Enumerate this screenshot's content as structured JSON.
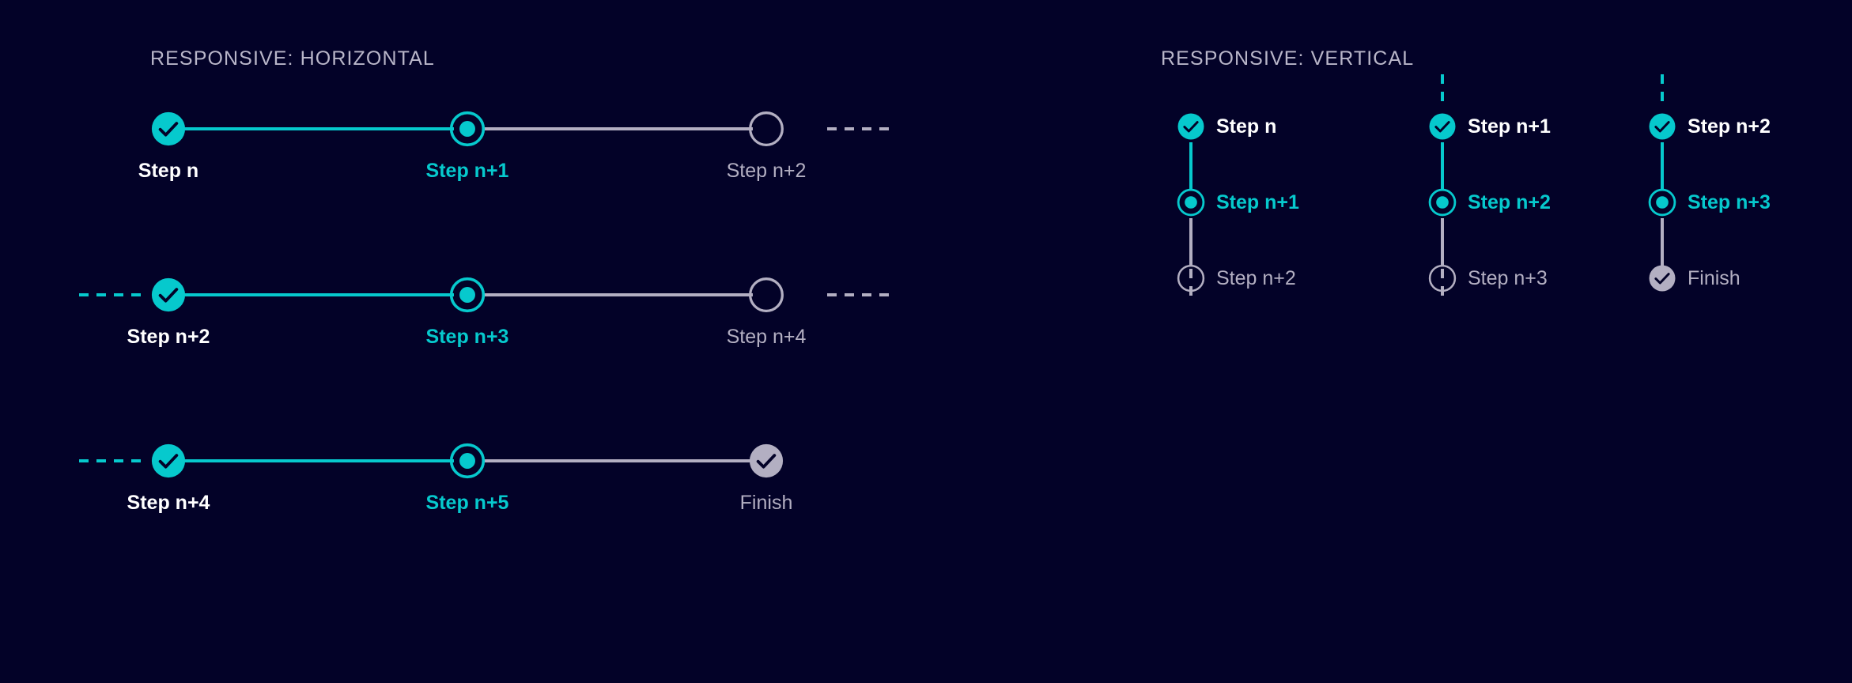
{
  "colors": {
    "background": "#030228",
    "accent_teal": "#06c9cd",
    "muted_gray": "#b3afc2",
    "complete_label": "#ffffff",
    "heading": "#b9b6c9"
  },
  "horizontal": {
    "title": "RESPONSIVE: HORIZONTAL",
    "rows": [
      {
        "lead_left": "none",
        "lead_right": "dash-gray",
        "segments": [
          "teal",
          "gray"
        ],
        "steps": [
          {
            "label": "Step n",
            "state": "complete",
            "icon": "check-filled-teal-icon"
          },
          {
            "label": "Step n+1",
            "state": "current",
            "icon": "ring-dot-teal-icon"
          },
          {
            "label": "Step n+2",
            "state": "upcoming",
            "icon": "ring-empty-gray-icon"
          }
        ]
      },
      {
        "lead_left": "dash-teal",
        "lead_right": "dash-gray",
        "segments": [
          "teal",
          "gray"
        ],
        "steps": [
          {
            "label": "Step n+2",
            "state": "complete",
            "icon": "check-filled-teal-icon"
          },
          {
            "label": "Step n+3",
            "state": "current",
            "icon": "ring-dot-teal-icon"
          },
          {
            "label": "Step n+4",
            "state": "upcoming",
            "icon": "ring-empty-gray-icon"
          }
        ]
      },
      {
        "lead_left": "dash-teal",
        "lead_right": "none",
        "segments": [
          "teal",
          "gray"
        ],
        "steps": [
          {
            "label": "Step n+4",
            "state": "complete",
            "icon": "check-filled-teal-icon"
          },
          {
            "label": "Step n+5",
            "state": "current",
            "icon": "ring-dot-teal-icon"
          },
          {
            "label": "Finish",
            "state": "finish",
            "icon": "check-filled-gray-icon"
          }
        ]
      }
    ]
  },
  "vertical": {
    "title": "RESPONSIVE: VERTICAL",
    "columns": [
      {
        "cap_top": "none",
        "cap_bottom": "dash-gray",
        "connectors": [
          "teal",
          "gray"
        ],
        "steps": [
          {
            "label": "Step n",
            "state": "complete",
            "icon": "check-filled-teal-icon"
          },
          {
            "label": "Step n+1",
            "state": "current",
            "icon": "ring-dot-teal-icon"
          },
          {
            "label": "Step n+2",
            "state": "upcoming",
            "icon": "ring-empty-gray-icon"
          }
        ]
      },
      {
        "cap_top": "dash-teal",
        "cap_bottom": "dash-gray",
        "connectors": [
          "teal",
          "gray"
        ],
        "steps": [
          {
            "label": "Step n+1",
            "state": "complete",
            "icon": "check-filled-teal-icon"
          },
          {
            "label": "Step n+2",
            "state": "current",
            "icon": "ring-dot-teal-icon"
          },
          {
            "label": "Step n+3",
            "state": "upcoming",
            "icon": "ring-empty-gray-icon"
          }
        ]
      },
      {
        "cap_top": "dash-teal",
        "cap_bottom": "none",
        "connectors": [
          "teal",
          "gray"
        ],
        "steps": [
          {
            "label": "Step n+2",
            "state": "complete",
            "icon": "check-filled-teal-icon"
          },
          {
            "label": "Step n+3",
            "state": "current",
            "icon": "ring-dot-teal-icon"
          },
          {
            "label": "Finish",
            "state": "finish",
            "icon": "check-filled-gray-icon"
          }
        ]
      }
    ]
  }
}
